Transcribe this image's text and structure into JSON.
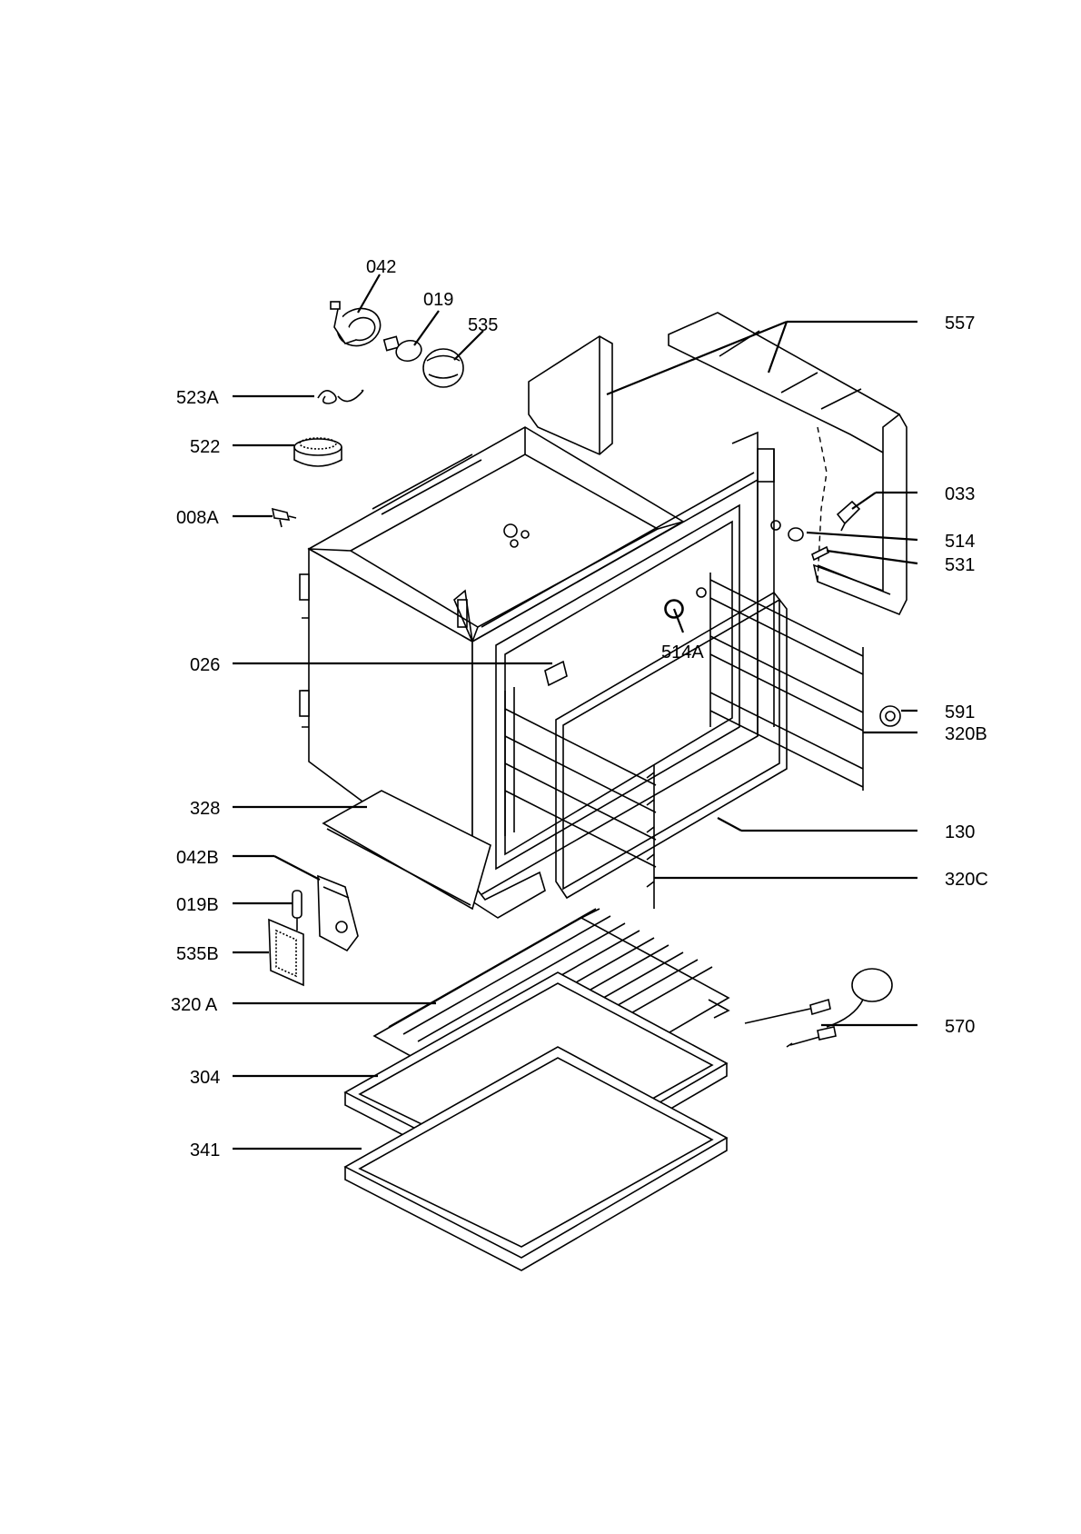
{
  "labels": {
    "l042": "042",
    "l019": "019",
    "l535": "535",
    "l557": "557",
    "l523a": "523A",
    "l522": "522",
    "l008a": "008A",
    "l033": "033",
    "l514": "514",
    "l531": "531",
    "l514a": "514A",
    "l026": "026",
    "l591": "591",
    "l320b": "320B",
    "l328": "328",
    "l130": "130",
    "l042b": "042B",
    "l320c": "320C",
    "l019b": "019B",
    "l535b": "535B",
    "l320a": "320 A",
    "l570": "570",
    "l304": "304",
    "l341": "341"
  }
}
